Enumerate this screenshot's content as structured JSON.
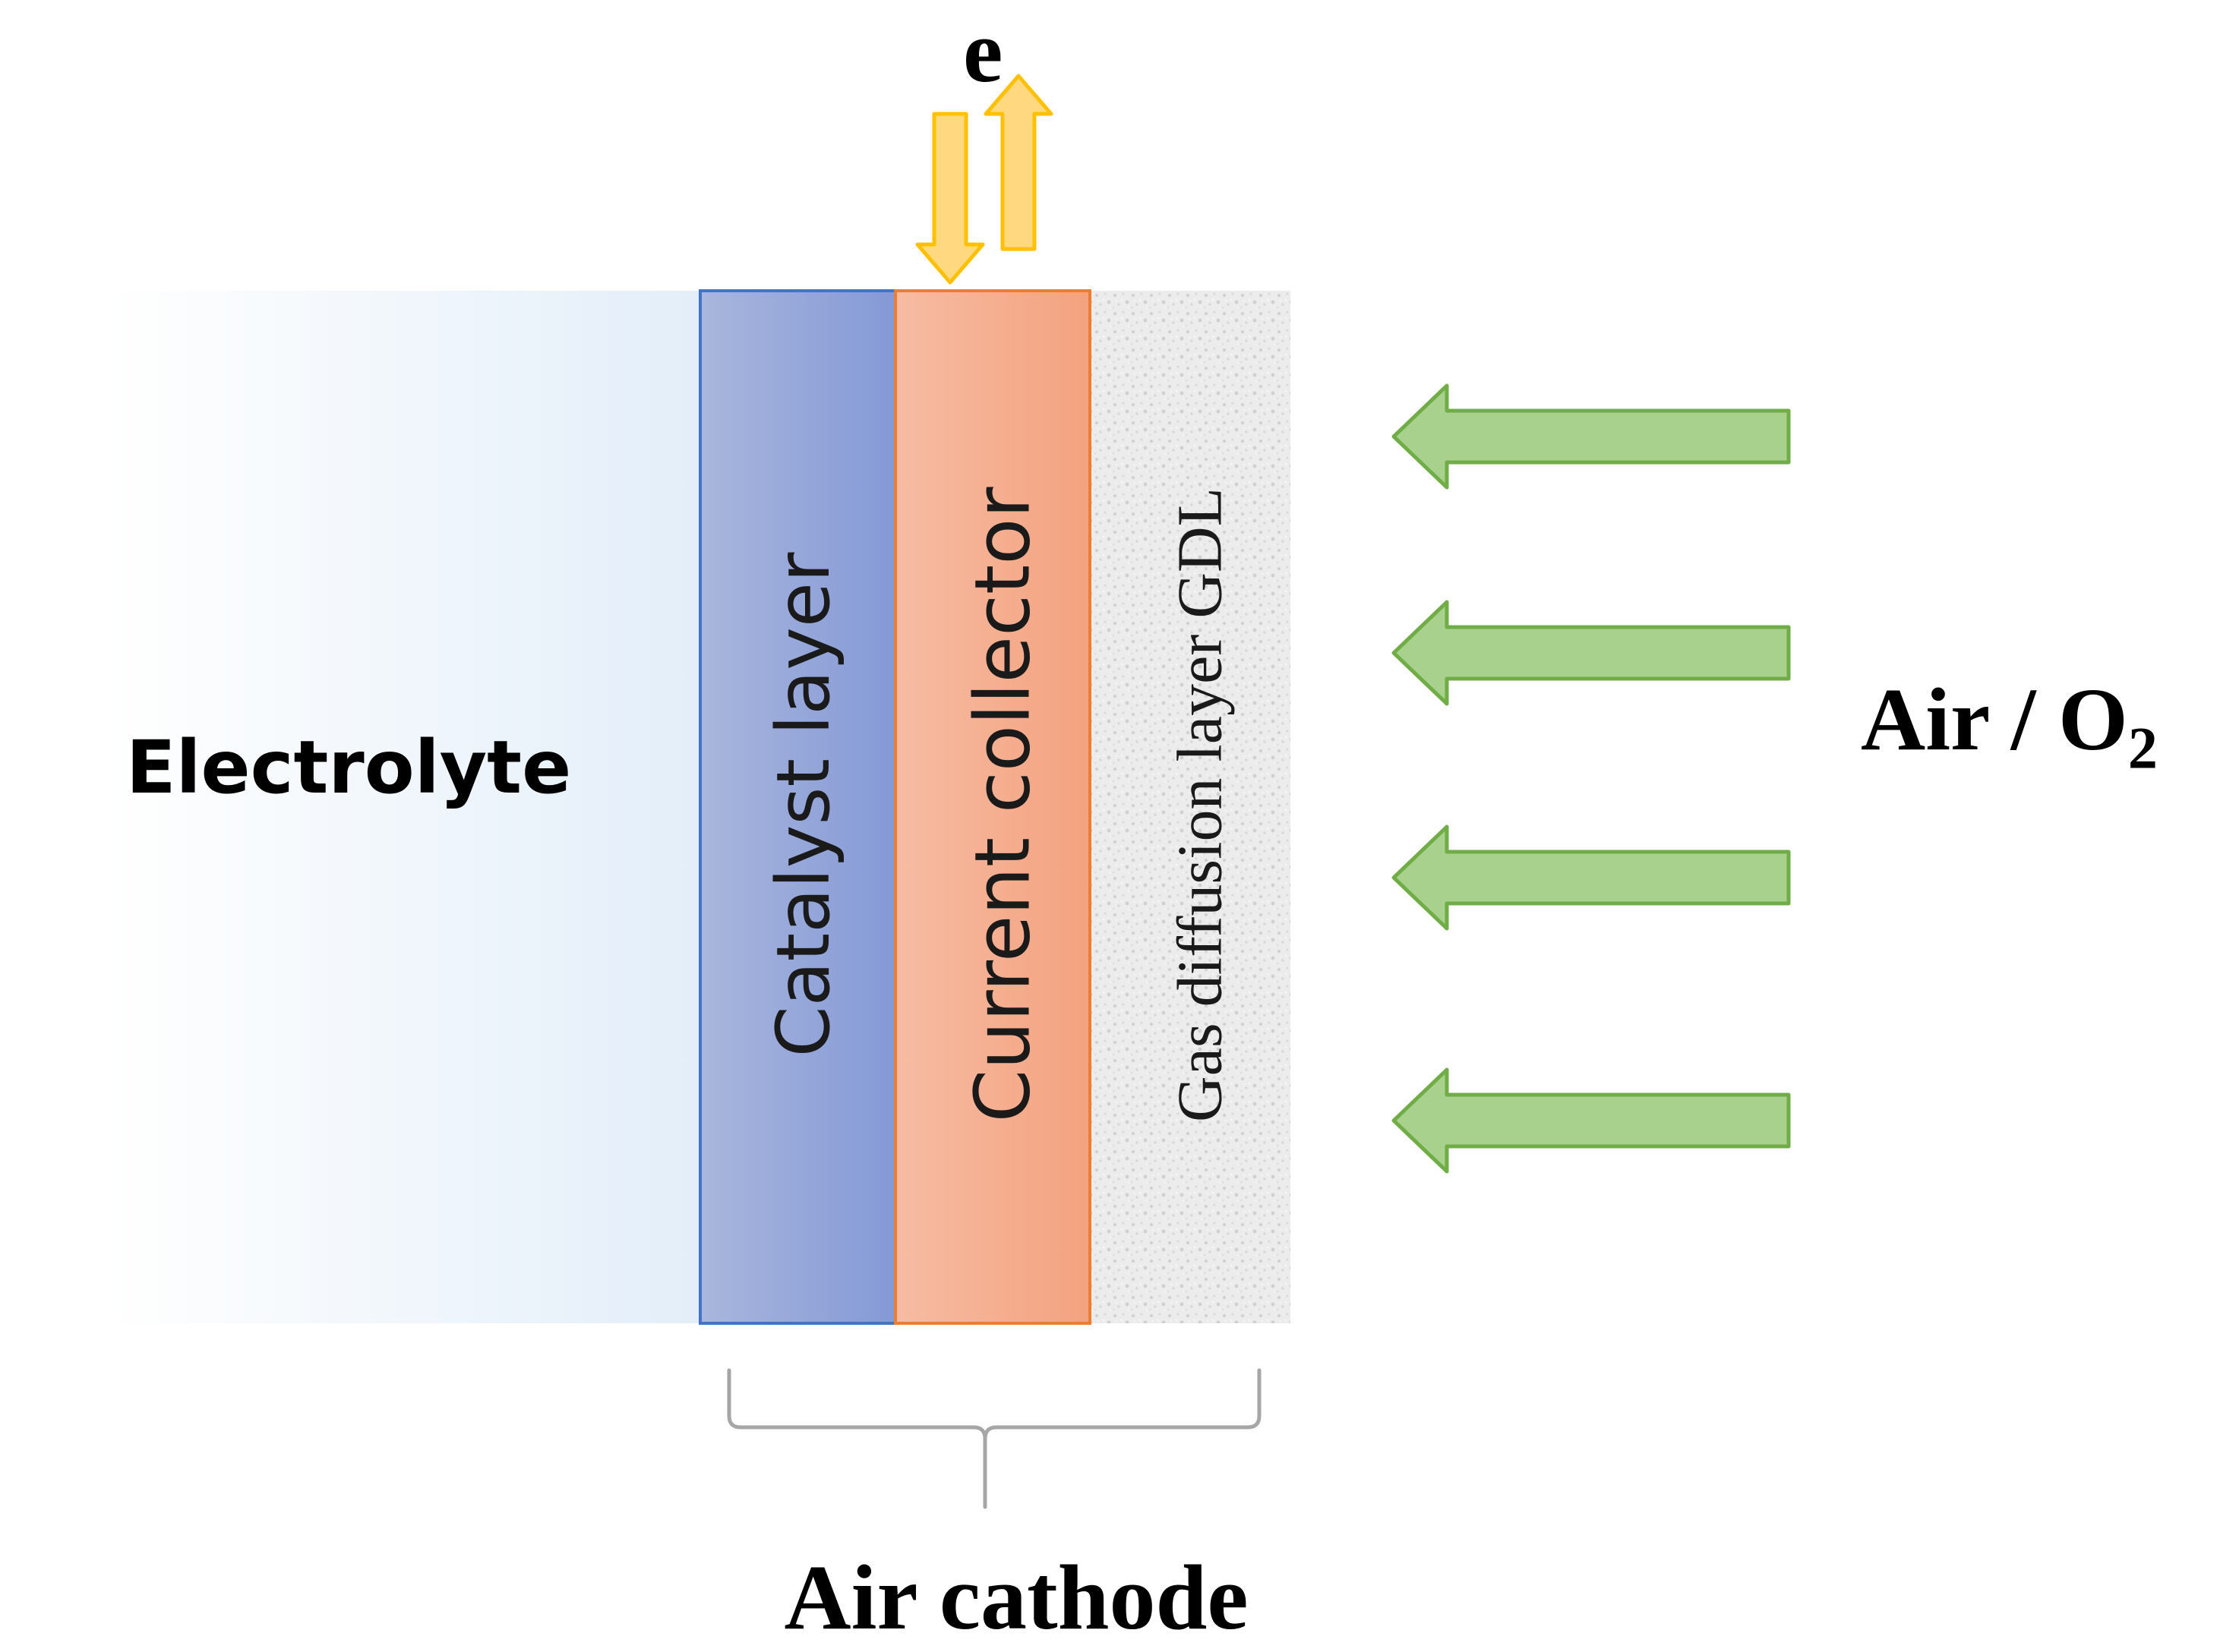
{
  "labels": {
    "electrolyte": "Electrolyte",
    "catalyst_layer": "Catalyst layer",
    "current_collector": "Current collector",
    "gas_diffusion_layer": "Gas diffusion layer GDL",
    "air_prefix": "Air / O",
    "air_subscript": "2",
    "air_cathode": "Air cathode",
    "electron": "e"
  },
  "colors": {
    "electrolyte_gradient_start": "#ffffff",
    "electrolyte_gradient_end": "#e3eef9",
    "catalyst_fill_start": "#a9b6dd",
    "catalyst_fill_end": "#8499d6",
    "catalyst_border": "#4472c4",
    "collector_fill_start": "#f6bca3",
    "collector_fill_end": "#f4a27f",
    "collector_border": "#ed7d31",
    "gdl_fill": "#ebebeb",
    "air_arrow_fill": "#a9d18e",
    "air_arrow_border": "#70ad47",
    "electron_arrow_fill": "#ffd880",
    "electron_arrow_border": "#ffc000",
    "brace_color": "#a6a6a6"
  },
  "air_arrow_count": 4
}
